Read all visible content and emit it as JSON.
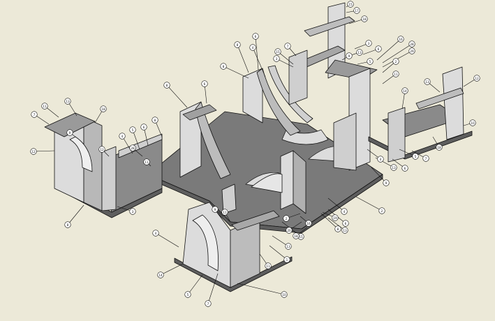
{
  "colors": {
    "background": "#ece9d8",
    "panel": "#dcdcdc",
    "panel_side": "#8a8a8a",
    "floor": "#7a7a7a",
    "outline": "#111111",
    "balloon_fill": "#ffffff"
  },
  "balloons": [
    {
      "label": "17"
    },
    {
      "label": "15"
    },
    {
      "label": "18"
    },
    {
      "label": "3"
    },
    {
      "label": "6"
    },
    {
      "label": "13"
    },
    {
      "label": "9"
    },
    {
      "label": "5"
    },
    {
      "label": "28"
    },
    {
      "label": "29"
    },
    {
      "label": "16"
    },
    {
      "label": "6"
    },
    {
      "label": "8"
    },
    {
      "label": "4"
    },
    {
      "label": "15"
    },
    {
      "label": "7"
    },
    {
      "label": "3"
    },
    {
      "label": "2"
    },
    {
      "label": "11"
    },
    {
      "label": "8"
    },
    {
      "label": "6"
    },
    {
      "label": "8"
    },
    {
      "label": "4"
    },
    {
      "label": "13"
    },
    {
      "label": "9"
    },
    {
      "label": "6"
    },
    {
      "label": "5"
    },
    {
      "label": "7"
    },
    {
      "label": "14"
    },
    {
      "label": "13"
    },
    {
      "label": "12"
    },
    {
      "label": "10"
    },
    {
      "label": "18"
    },
    {
      "label": "2"
    },
    {
      "label": "4"
    },
    {
      "label": "6"
    },
    {
      "label": "8"
    },
    {
      "label": "15"
    },
    {
      "label": "13"
    },
    {
      "label": "11"
    },
    {
      "label": "1"
    },
    {
      "label": "10"
    },
    {
      "label": "14"
    },
    {
      "label": "4"
    },
    {
      "label": "5"
    },
    {
      "label": "7"
    },
    {
      "label": "9"
    },
    {
      "label": "11"
    },
    {
      "label": "13"
    },
    {
      "label": "11"
    },
    {
      "label": "7"
    },
    {
      "label": "9"
    },
    {
      "label": "18"
    },
    {
      "label": "12"
    },
    {
      "label": "8"
    },
    {
      "label": "3"
    },
    {
      "label": "4"
    },
    {
      "label": "5"
    },
    {
      "label": "6"
    },
    {
      "label": "8"
    },
    {
      "label": "12"
    },
    {
      "label": "28"
    },
    {
      "label": "11"
    },
    {
      "label": "2"
    },
    {
      "label": "20"
    },
    {
      "label": "18"
    },
    {
      "label": "13"
    },
    {
      "label": "19"
    },
    {
      "label": "16"
    }
  ]
}
